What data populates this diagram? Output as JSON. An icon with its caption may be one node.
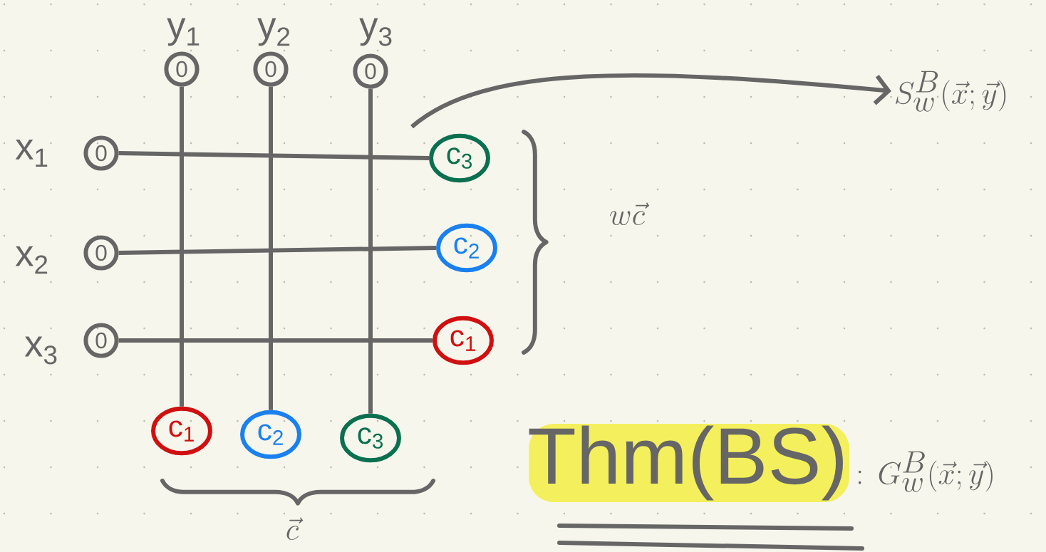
{
  "diagram": {
    "nodes": [
      {
        "text": [
          "0"
        ],
        "beside": [
          "y$_{1}$"
        ]
      },
      {
        "text": [
          "0"
        ],
        "beside": [
          "y$_{2}$"
        ]
      },
      {
        "text": [
          "0"
        ],
        "beside": [
          "y$_{3}$"
        ]
      },
      {
        "text": [
          "0"
        ],
        "beside": [
          "x$_{1}$"
        ]
      },
      {
        "text": [
          "0"
        ],
        "beside": [
          "x$_{2}$"
        ]
      },
      {
        "text": [
          "0"
        ],
        "beside": [
          "x$_{3}$"
        ]
      },
      {
        "text": [
          "c$_{3}$"
        ]
      },
      {
        "text": [
          "c$_{2}$"
        ]
      },
      {
        "text": [
          "c$_{1}$"
        ]
      },
      {
        "text": [
          "c$_{1}$"
        ]
      },
      {
        "text": [
          "c$_{2}$"
        ]
      },
      {
        "text": [
          "c$_{3}$"
        ]
      },
      {
        "text": [
          "S^{B}_{w}(\\vec{x};\\vec{y})"
        ]
      }
    ],
    "edges": [
      {
        "from": 3,
        "to": 6,
        "arrow": "none"
      },
      {
        "from": 4,
        "to": 7,
        "arrow": "none"
      },
      {
        "from": 5,
        "to": 8,
        "arrow": "none"
      },
      {
        "from": 0,
        "to": 9,
        "arrow": "none"
      },
      {
        "from": 1,
        "to": 10,
        "arrow": "none"
      },
      {
        "from": 2,
        "to": 11,
        "arrow": "none"
      },
      {
        "from": null,
        "to": 12,
        "arrow": "to"
      }
    ],
    "labels": [
      "w\\vec{c}",
      "\\vec{c}",
      "Thm(BS)",
      ":\\,G^{B}_{w}(\\vec{x};\\vec{y})"
    ]
  }
}
